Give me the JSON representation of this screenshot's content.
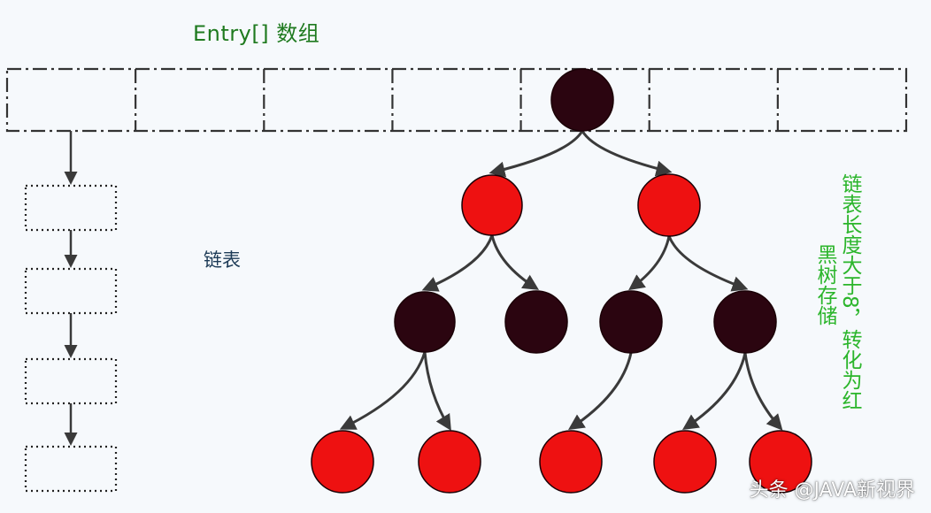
{
  "title": "Entry[] 数组",
  "list_label": "链表",
  "side_note": {
    "line1": "链表长度大于8，转化为红",
    "line2": "黑树存储"
  },
  "watermark": "头条 @JAVA新视界",
  "colors": {
    "black_node": "#2b0510",
    "red_node": "#ee1111",
    "title_green": "#1f7a1f",
    "note_green": "#2bb52b",
    "arrow": "#3a3a3a"
  },
  "array": {
    "slot_count": 7
  },
  "linked_list": {
    "node_count": 4
  },
  "tree": {
    "nodes": [
      {
        "id": "root",
        "color": "black"
      },
      {
        "id": "l",
        "color": "red"
      },
      {
        "id": "r",
        "color": "red"
      },
      {
        "id": "ll",
        "color": "black"
      },
      {
        "id": "lr",
        "color": "black"
      },
      {
        "id": "rl",
        "color": "black"
      },
      {
        "id": "rr",
        "color": "black"
      },
      {
        "id": "lll",
        "color": "red"
      },
      {
        "id": "llr",
        "color": "red"
      },
      {
        "id": "rll",
        "color": "red"
      },
      {
        "id": "rrl",
        "color": "red"
      },
      {
        "id": "rrr",
        "color": "red"
      }
    ],
    "edges": [
      [
        "root",
        "l"
      ],
      [
        "root",
        "r"
      ],
      [
        "l",
        "ll"
      ],
      [
        "l",
        "lr"
      ],
      [
        "r",
        "rl"
      ],
      [
        "r",
        "rr"
      ],
      [
        "ll",
        "lll"
      ],
      [
        "ll",
        "llr"
      ],
      [
        "rl",
        "rll"
      ],
      [
        "rr",
        "rrl"
      ],
      [
        "rr",
        "rrr"
      ]
    ]
  }
}
